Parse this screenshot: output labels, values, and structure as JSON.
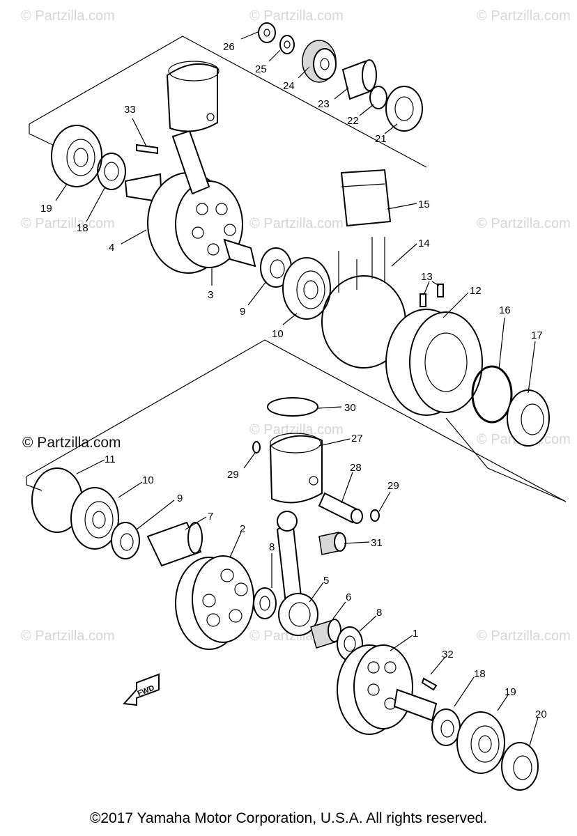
{
  "watermarks": {
    "text": "© Partzilla.com",
    "visible_bold": "© Partzilla.com"
  },
  "copyright": "©2017 Yamaha Motor Corporation, U.S.A. All rights reserved.",
  "fwd_label": "FWD",
  "callouts": {
    "c1": "1",
    "c2": "2",
    "c3": "3",
    "c4": "4",
    "c5": "5",
    "c6": "6",
    "c7": "7",
    "c8a": "8",
    "c8b": "8",
    "c9a": "9",
    "c9b": "9",
    "c10a": "10",
    "c10b": "10",
    "c11": "11",
    "c12": "12",
    "c13": "13",
    "c14": "14",
    "c15": "15",
    "c16": "16",
    "c17": "17",
    "c18a": "18",
    "c18b": "18",
    "c19a": "19",
    "c19b": "19",
    "c20": "20",
    "c21": "21",
    "c22": "22",
    "c23": "23",
    "c24": "24",
    "c25": "25",
    "c26": "26",
    "c27": "27",
    "c28": "28",
    "c29a": "29",
    "c29b": "29",
    "c30": "30",
    "c31": "31",
    "c32": "32",
    "c33": "33"
  }
}
